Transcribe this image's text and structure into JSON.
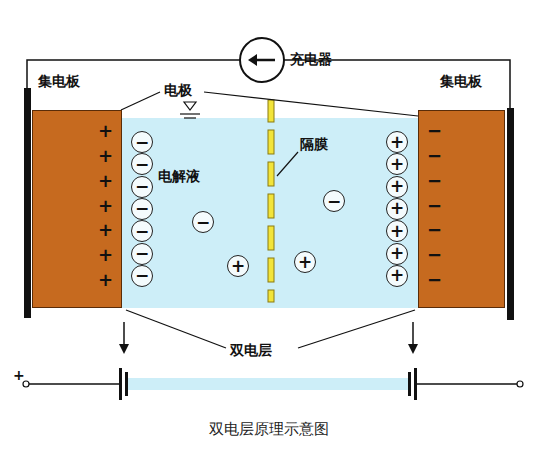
{
  "diagram": {
    "caption": "双电层原理示意图",
    "nodes": [
      {
        "text": [
          "+",
          "+",
          "+",
          "+",
          "+",
          "+",
          "+"
        ]
      },
      {
        "text": [
          "电解液"
        ]
      },
      {
        "text": [
          "−"
        ],
        "in": 1
      },
      {
        "text": [
          "−"
        ],
        "in": 1
      },
      {
        "text": [
          "−"
        ],
        "in": 1
      },
      {
        "text": [
          "−"
        ],
        "in": 1
      },
      {
        "text": [
          "−"
        ],
        "in": 1
      },
      {
        "text": [
          "−"
        ],
        "in": 1
      },
      {
        "text": [
          "−"
        ],
        "in": 1
      },
      {
        "text": [
          "−"
        ],
        "in": 1
      },
      {
        "text": [
          "+"
        ],
        "in": 1
      },
      {
        "text": [
          "+"
        ],
        "in": 1
      },
      {
        "text": [
          "−"
        ],
        "in": 1
      },
      {
        "text": [
          "+"
        ],
        "in": 1
      },
      {
        "text": [
          "+"
        ],
        "in": 1
      },
      {
        "text": [
          "+"
        ],
        "in": 1
      },
      {
        "text": [
          "+"
        ],
        "in": 1
      },
      {
        "text": [
          "+"
        ],
        "in": 1
      },
      {
        "text": [
          "+"
        ],
        "in": 1
      },
      {
        "text": [
          "+"
        ],
        "in": 1
      },
      {
        "text": [
          "−",
          "−",
          "−",
          "−",
          "−",
          "−",
          "−"
        ]
      }
    ],
    "labels": [
      "充电器",
      "集电板",
      "电极",
      "隔膜",
      "集电板",
      "双电层",
      "+"
    ]
  }
}
